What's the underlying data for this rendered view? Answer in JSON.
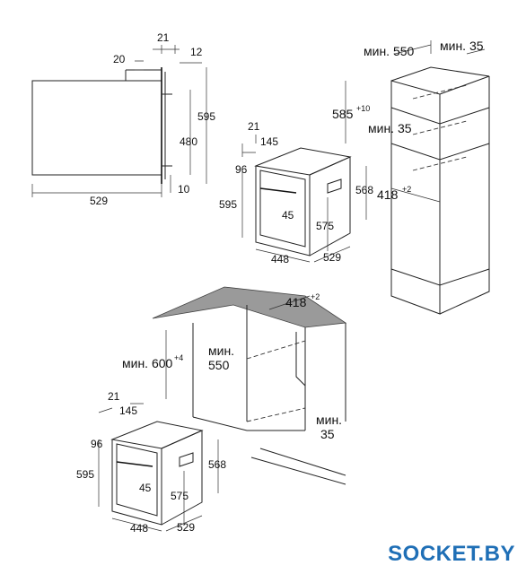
{
  "side_view": {
    "depth_total": "529",
    "top_offset": "20",
    "front_depth": "21",
    "front_panel": "12",
    "height_total": "595",
    "cavity_height": "480",
    "bottom_offset": "10"
  },
  "oven_top": {
    "front_depth": "21",
    "width_inner": "145",
    "top_h": "96",
    "height_total": "595",
    "handle_offset": "45",
    "side_h": "568",
    "inner_h": "575",
    "width": "448",
    "depth": "529"
  },
  "column": {
    "min_depth_label": "мин. 550",
    "min_gap_label": "мин. 35",
    "niche_height": "585",
    "niche_height_tol": "+10",
    "vent_label": "мин. 35",
    "niche_width": "418",
    "niche_width_tol": "+2"
  },
  "cabinet": {
    "niche_width": "418",
    "niche_width_tol": "+2",
    "min_height_label": "мин. 600",
    "min_height_tol": "+4",
    "min_depth_top": "мин.",
    "min_depth_val": "550",
    "min_gap_top": "мин.",
    "min_gap_val": "35"
  },
  "oven_bottom": {
    "front_depth": "21",
    "width_inner": "145",
    "top_h": "96",
    "height_total": "595",
    "handle_offset": "45",
    "side_h": "568",
    "inner_h": "575",
    "width": "448",
    "depth": "529"
  },
  "watermark": "SOCKET.BY",
  "colors": {
    "watermark": "#1f6fb6",
    "counter_fill": "#9a9a9a",
    "line": "#222222"
  }
}
